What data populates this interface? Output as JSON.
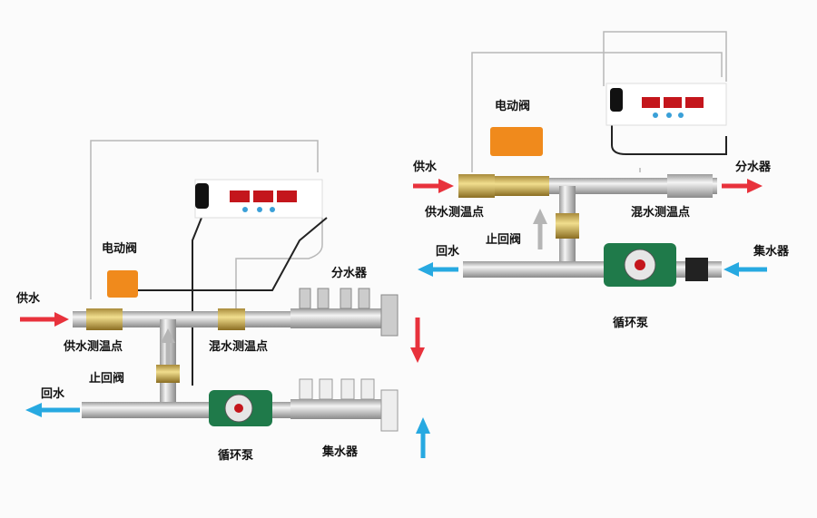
{
  "left_system": {
    "electric_valve": "电动阀",
    "supply_water": "供水",
    "supply_temp_point": "供水测温点",
    "mixed_temp_point": "混水测温点",
    "distributor": "分水器",
    "check_valve": "止回阀",
    "return_water": "回水",
    "circulation_pump": "循环泵",
    "collector": "集水器"
  },
  "right_system": {
    "electric_valve": "电动阀",
    "supply_water": "供水",
    "supply_temp_point": "供水测温点",
    "mixed_temp_point": "混水测温点",
    "distributor": "分水器",
    "check_valve": "止回阀",
    "return_water": "回水",
    "circulation_pump": "循环泵",
    "collector": "集水器"
  },
  "colors": {
    "supply_arrow": "#e8323c",
    "return_arrow": "#27a9e1",
    "flow_arrow": "#b5b5b5",
    "actuator": "#f08a1c",
    "pump": "#1f7a4a",
    "display": "#c4161c"
  }
}
